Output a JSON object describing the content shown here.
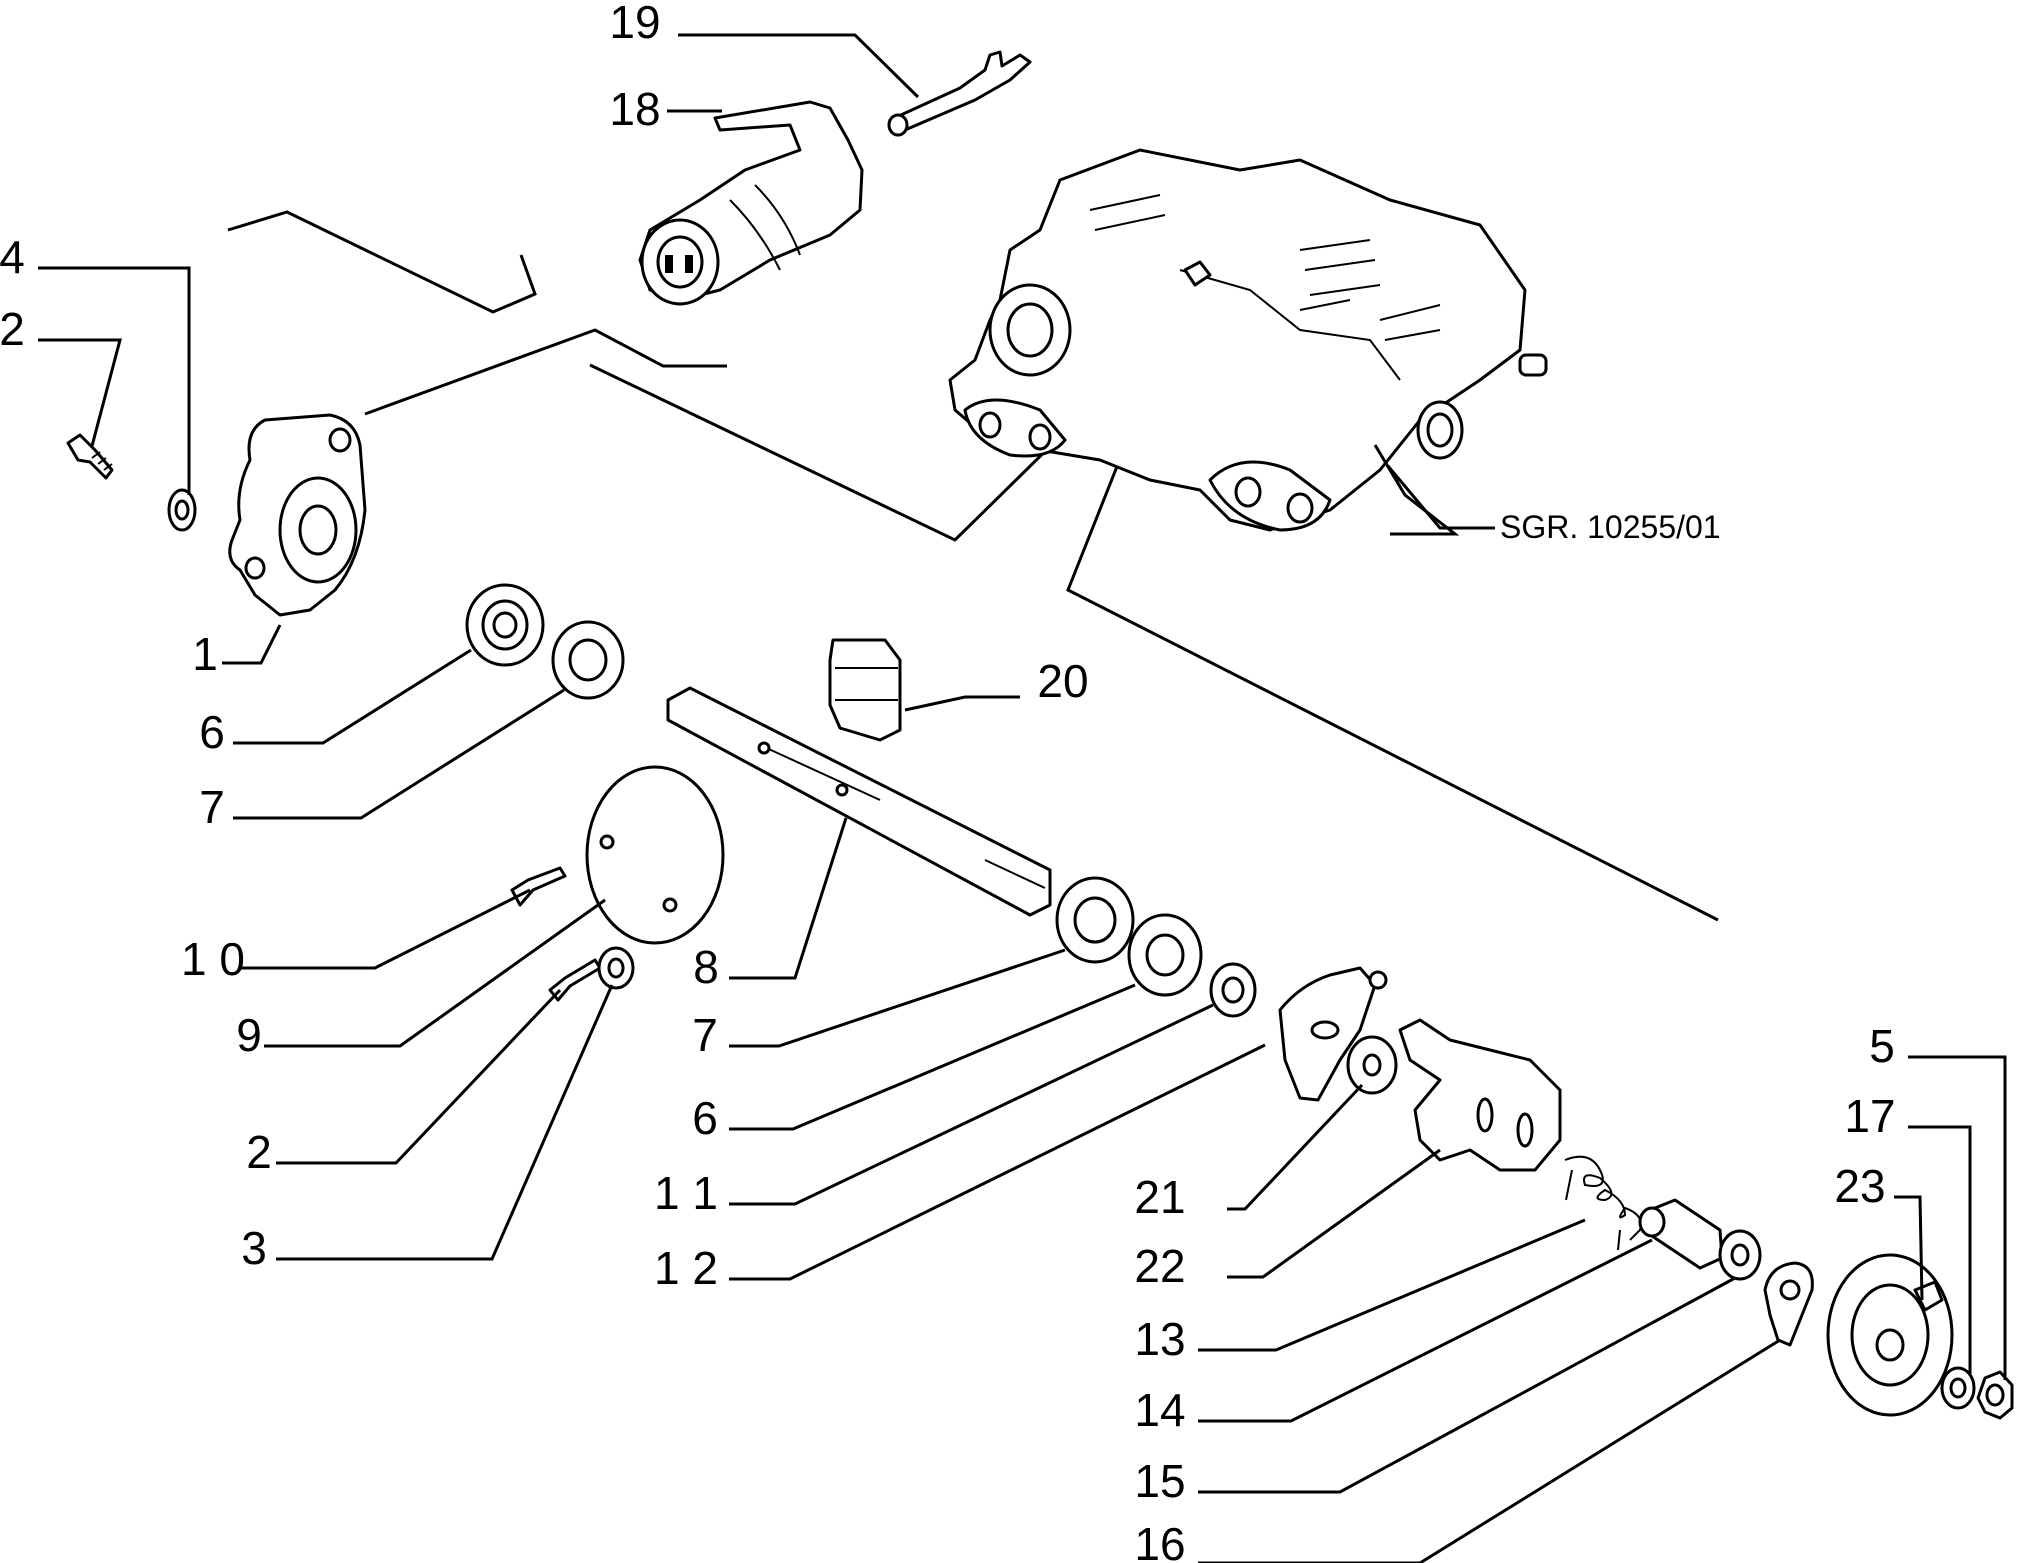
{
  "drawing_reference": "SGR. 10255/01",
  "callouts": {
    "c1": "1",
    "c2a": "2",
    "c2b": "2",
    "c3": "3",
    "c4": "4",
    "c5": "5",
    "c6a": "6",
    "c6b": "6",
    "c7a": "7",
    "c7b": "7",
    "c8": "8",
    "c9": "9",
    "c10": "1 0",
    "c11": "1 1",
    "c12": "1 2",
    "c13": "13",
    "c14": "14",
    "c15": "15",
    "c16": "16",
    "c17": "17",
    "c18": "18",
    "c19": "19",
    "c20": "20",
    "c21": "21",
    "c22": "22",
    "c23": "23"
  }
}
